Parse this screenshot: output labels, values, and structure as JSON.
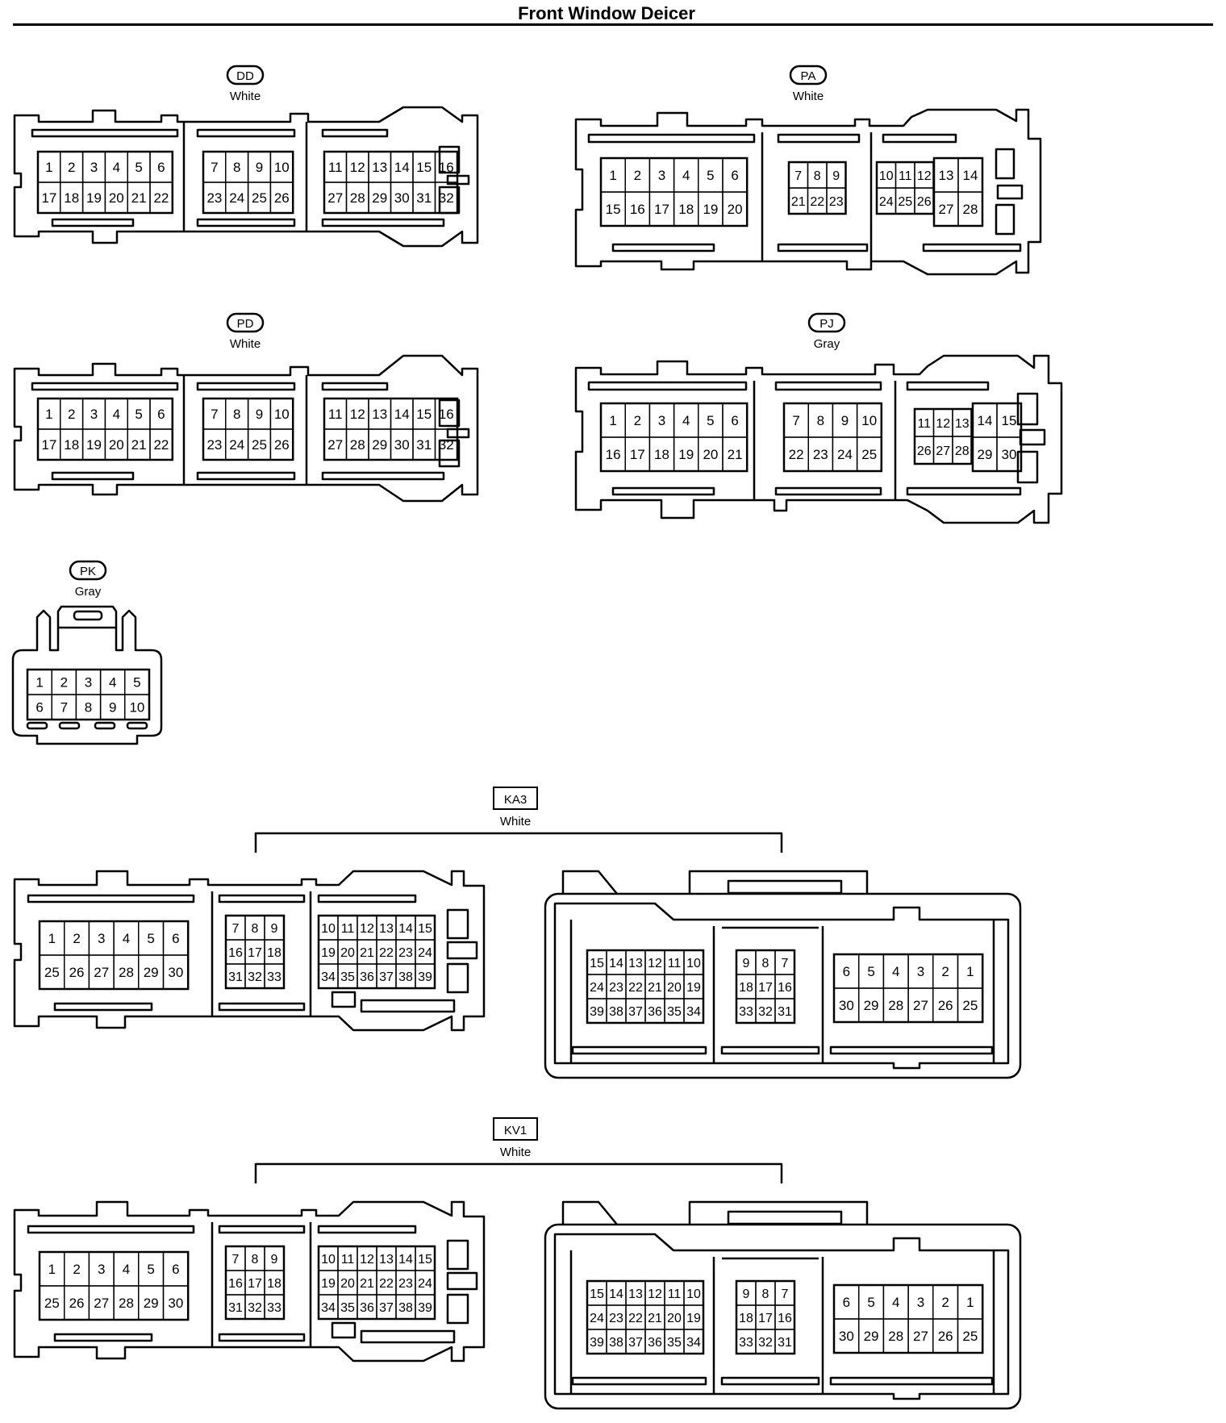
{
  "title": "Front Window Deicer",
  "connectors": {
    "DD": {
      "code": "DD",
      "color": "White"
    },
    "PA": {
      "code": "PA",
      "color": "White"
    },
    "PD": {
      "code": "PD",
      "color": "White"
    },
    "PJ": {
      "code": "PJ",
      "color": "Gray"
    },
    "PK": {
      "code": "PK",
      "color": "Gray"
    },
    "KA3": {
      "code": "KA3",
      "color": "White"
    },
    "KV1": {
      "code": "KV1",
      "color": "White"
    }
  },
  "pinouts": {
    "DD": [
      [
        [
          "1",
          "2",
          "3",
          "4",
          "5",
          "6"
        ],
        [
          "17",
          "18",
          "19",
          "20",
          "21",
          "22"
        ]
      ],
      [
        [
          "7",
          "8",
          "9",
          "10"
        ],
        [
          "23",
          "24",
          "25",
          "26"
        ]
      ],
      [
        [
          "11",
          "12",
          "13",
          "14",
          "15",
          "16"
        ],
        [
          "27",
          "28",
          "29",
          "30",
          "31",
          "32"
        ]
      ]
    ],
    "PD": [
      [
        [
          "1",
          "2",
          "3",
          "4",
          "5",
          "6"
        ],
        [
          "17",
          "18",
          "19",
          "20",
          "21",
          "22"
        ]
      ],
      [
        [
          "7",
          "8",
          "9",
          "10"
        ],
        [
          "23",
          "24",
          "25",
          "26"
        ]
      ],
      [
        [
          "11",
          "12",
          "13",
          "14",
          "15",
          "16"
        ],
        [
          "27",
          "28",
          "29",
          "30",
          "31",
          "32"
        ]
      ]
    ],
    "PA": [
      [
        [
          "1",
          "2",
          "3",
          "4",
          "5",
          "6"
        ],
        [
          "15",
          "16",
          "17",
          "18",
          "19",
          "20"
        ]
      ],
      [
        [
          "7",
          "8",
          "9"
        ],
        [
          "21",
          "22",
          "23"
        ]
      ],
      [
        [
          "10",
          "11",
          "12"
        ],
        [
          "24",
          "25",
          "26"
        ]
      ],
      [
        [
          "13",
          "14"
        ],
        [
          "27",
          "28"
        ]
      ]
    ],
    "PJ": [
      [
        [
          "1",
          "2",
          "3",
          "4",
          "5",
          "6"
        ],
        [
          "16",
          "17",
          "18",
          "19",
          "20",
          "21"
        ]
      ],
      [
        [
          "7",
          "8",
          "9",
          "10"
        ],
        [
          "22",
          "23",
          "24",
          "25"
        ]
      ],
      [
        [
          "11",
          "12",
          "13"
        ],
        [
          "26",
          "27",
          "28"
        ]
      ],
      [
        [
          "14",
          "15"
        ],
        [
          "29",
          "30"
        ]
      ]
    ],
    "PK": [
      [
        [
          "1",
          "2",
          "3",
          "4",
          "5"
        ],
        [
          "6",
          "7",
          "8",
          "9",
          "10"
        ]
      ]
    ],
    "KA3_male": [
      [
        [
          "1",
          "2",
          "3",
          "4",
          "5",
          "6"
        ],
        [
          "25",
          "26",
          "27",
          "28",
          "29",
          "30"
        ]
      ],
      [
        [
          "7",
          "8",
          "9"
        ],
        [
          "16",
          "17",
          "18"
        ],
        [
          "31",
          "32",
          "33"
        ]
      ],
      [
        [
          "10",
          "11",
          "12",
          "13",
          "14",
          "15"
        ],
        [
          "19",
          "20",
          "21",
          "22",
          "23",
          "24"
        ],
        [
          "34",
          "35",
          "36",
          "37",
          "38",
          "39"
        ]
      ]
    ],
    "KA3_female": [
      [
        [
          "15",
          "14",
          "13",
          "12",
          "11",
          "10"
        ],
        [
          "24",
          "23",
          "22",
          "21",
          "20",
          "19"
        ],
        [
          "39",
          "38",
          "37",
          "36",
          "35",
          "34"
        ]
      ],
      [
        [
          "9",
          "8",
          "7"
        ],
        [
          "18",
          "17",
          "16"
        ],
        [
          "33",
          "32",
          "31"
        ]
      ],
      [
        [
          "6",
          "5",
          "4",
          "3",
          "2",
          "1"
        ],
        [
          "30",
          "29",
          "28",
          "27",
          "26",
          "25"
        ]
      ]
    ],
    "KV1_male": [
      [
        [
          "1",
          "2",
          "3",
          "4",
          "5",
          "6"
        ],
        [
          "25",
          "26",
          "27",
          "28",
          "29",
          "30"
        ]
      ],
      [
        [
          "7",
          "8",
          "9"
        ],
        [
          "16",
          "17",
          "18"
        ],
        [
          "31",
          "32",
          "33"
        ]
      ],
      [
        [
          "10",
          "11",
          "12",
          "13",
          "14",
          "15"
        ],
        [
          "19",
          "20",
          "21",
          "22",
          "23",
          "24"
        ],
        [
          "34",
          "35",
          "36",
          "37",
          "38",
          "39"
        ]
      ]
    ],
    "KV1_female": [
      [
        [
          "15",
          "14",
          "13",
          "12",
          "11",
          "10"
        ],
        [
          "24",
          "23",
          "22",
          "21",
          "20",
          "19"
        ],
        [
          "39",
          "38",
          "37",
          "36",
          "35",
          "34"
        ]
      ],
      [
        [
          "9",
          "8",
          "7"
        ],
        [
          "18",
          "17",
          "16"
        ],
        [
          "33",
          "32",
          "31"
        ]
      ],
      [
        [
          "6",
          "5",
          "4",
          "3",
          "2",
          "1"
        ],
        [
          "30",
          "29",
          "28",
          "27",
          "26",
          "25"
        ]
      ]
    ]
  }
}
